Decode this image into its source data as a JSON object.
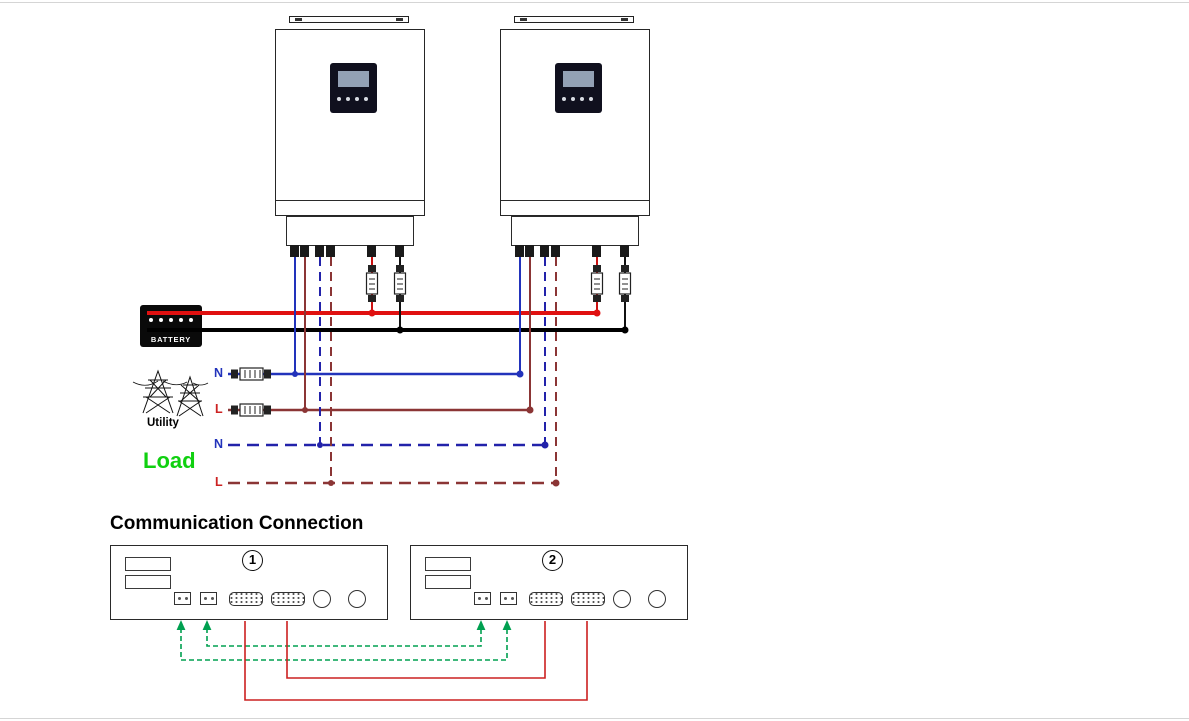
{
  "labels": {
    "battery": "BATTERY",
    "utility": "Utility",
    "load": "Load",
    "comm_heading": "Communication Connection"
  },
  "wires": {
    "utility_neutral_label": "N",
    "utility_line_label": "L",
    "load_neutral_label": "N",
    "load_line_label": "L"
  },
  "comm_panels": [
    {
      "unit_number": "1"
    },
    {
      "unit_number": "2"
    }
  ],
  "icons": {
    "battery": "battery-icon",
    "utility": "utility-towers-icon",
    "dc_fuse": "dc-fuse-icon",
    "ac_breaker": "ac-breaker-icon"
  },
  "colors": {
    "battery_positive_wire": "#e01010",
    "battery_negative_wire": "#000000",
    "neutral_wire": "#2233bb",
    "line_wire": "#8b3535",
    "load_label_text": "#10d010",
    "comm_cable_green": "#00a050",
    "comm_cable_red": "#cc2020"
  }
}
